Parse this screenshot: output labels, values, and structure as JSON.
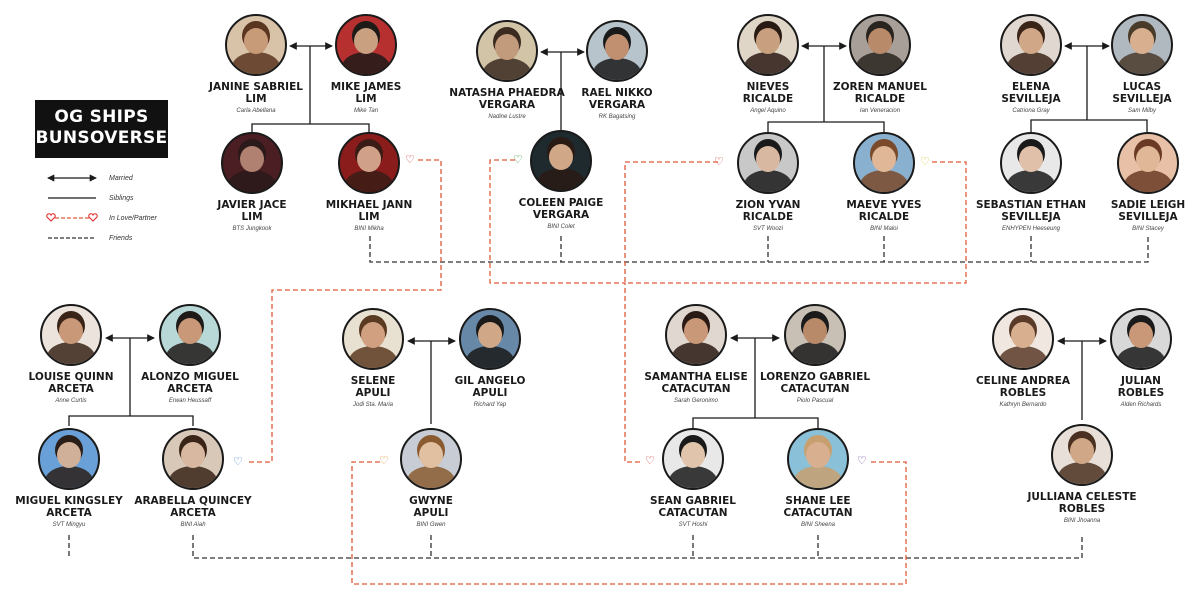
{
  "title": "OG SHIPS\nBUNSOVERSE",
  "legend": [
    {
      "label": "Married",
      "style": "married"
    },
    {
      "label": "Siblings",
      "style": "siblings"
    },
    {
      "label": "In Love/Partner",
      "style": "love"
    },
    {
      "label": "Friends",
      "style": "friends"
    }
  ],
  "colors": {
    "line": "#1a1a1a",
    "love": "#e05a3a",
    "friends": "#333333"
  },
  "people": [
    {
      "id": "janine",
      "name": "Janine Sabriel\nLim",
      "sub": "Carla Abellana",
      "tone": "#c79a78",
      "hair": "#5a3520",
      "bg": "#d8c2a8"
    },
    {
      "id": "mike",
      "name": "Mike James\nLim",
      "sub": "Mike Tan",
      "tone": "#c9a080",
      "hair": "#1e1a18",
      "bg": "#b73030"
    },
    {
      "id": "javier",
      "name": "Javier Jace\nLim",
      "sub": "BTS Jungkook",
      "tone": "#b08070",
      "hair": "#2a1a1a",
      "bg": "#4a1e22"
    },
    {
      "id": "mikhael",
      "name": "Mikhael Jann\nLim",
      "sub": "BINI Mikha",
      "tone": "#d0a088",
      "hair": "#3a1c16",
      "bg": "#8a1c1c"
    },
    {
      "id": "natasha",
      "name": "Natasha Phaedra\nVergara",
      "sub": "Nadine Lustre",
      "tone": "#c29a7c",
      "hair": "#3a2a20",
      "bg": "#d2c4a6"
    },
    {
      "id": "rael",
      "name": "Rael Nikko\nVergara",
      "sub": "RK Bagatsing",
      "tone": "#c09070",
      "hair": "#1a1a1a",
      "bg": "#b8c4cc"
    },
    {
      "id": "coleen",
      "name": "Coleen Paige\nVergara",
      "sub": "BINI Colet",
      "tone": "#d0a888",
      "hair": "#2a1a14",
      "bg": "#1e2a2e"
    },
    {
      "id": "nieves",
      "name": "Nieves\nRicalde",
      "sub": "Angel Aquino",
      "tone": "#c8a080",
      "hair": "#2a1a14",
      "bg": "#e0d6c8"
    },
    {
      "id": "zoren",
      "name": "Zoren Manuel\nRicalde",
      "sub": "Ian Veneracion",
      "tone": "#b88a6a",
      "hair": "#2a2420",
      "bg": "#a8a098"
    },
    {
      "id": "zion",
      "name": "Zion Yvan\nRicalde",
      "sub": "SVT Woozi",
      "tone": "#d8b8a0",
      "hair": "#1a1a1a",
      "bg": "#c8c8c8"
    },
    {
      "id": "maeve",
      "name": "Maeve Yves\nRicalde",
      "sub": "BINI Maloi",
      "tone": "#e0b898",
      "hair": "#7a4a2a",
      "bg": "#8ab0d0"
    },
    {
      "id": "elena",
      "name": "Elena\nSevilleja",
      "sub": "Catriona Gray",
      "tone": "#d0a888",
      "hair": "#3a2418",
      "bg": "#e0d8d0"
    },
    {
      "id": "lucas",
      "name": "Lucas\nSevilleja",
      "sub": "Sam Milby",
      "tone": "#d8b090",
      "hair": "#4a3a2a",
      "bg": "#b0b8c0"
    },
    {
      "id": "sebastian",
      "name": "Sebastian Ethan\nSevilleja",
      "sub": "ENHYPEN Heeseung",
      "tone": "#e0c0a8",
      "hair": "#1a1a1a",
      "bg": "#e8e8e8"
    },
    {
      "id": "sadie",
      "name": "Sadie Leigh\nSevilleja",
      "sub": "BINI Stacey",
      "tone": "#e0b898",
      "hair": "#6a3a24",
      "bg": "#e8c0a8"
    },
    {
      "id": "louise",
      "name": "Louise Quinn\nArceta",
      "sub": "Anne Curtis",
      "tone": "#c89878",
      "hair": "#3a2418",
      "bg": "#ece4dc"
    },
    {
      "id": "alonzo",
      "name": "Alonzo Miguel\nArceta",
      "sub": "Erwan Heussaff",
      "tone": "#c89878",
      "hair": "#1e1a18",
      "bg": "#b8d8d8"
    },
    {
      "id": "miguel",
      "name": "Miguel Kingsley\nArceta",
      "sub": "SVT Mingyu",
      "tone": "#d0b098",
      "hair": "#2a1e18",
      "bg": "#6aa0d8"
    },
    {
      "id": "arabella",
      "name": "Arabella Quincey\nArceta",
      "sub": "BINI Aiah",
      "tone": "#d8b8a0",
      "hair": "#3a2418",
      "bg": "#d8c8b8"
    },
    {
      "id": "selene",
      "name": "Selene\nApuli",
      "sub": "Jodi Sta. Maria",
      "tone": "#d0a080",
      "hair": "#5a3a20",
      "bg": "#e8e0d0"
    },
    {
      "id": "gil",
      "name": "Gil Angelo\nApuli",
      "sub": "Richard Yap",
      "tone": "#d0a888",
      "hair": "#1a1a1a",
      "bg": "#6888a8"
    },
    {
      "id": "gwyne",
      "name": "Gwyne\nApuli",
      "sub": "BINI Gwen",
      "tone": "#e0c0a0",
      "hair": "#8a5a30",
      "bg": "#c8ccd4"
    },
    {
      "id": "samantha",
      "name": "Samantha Elise\nCatacutan",
      "sub": "Sarah Geronimo",
      "tone": "#c89878",
      "hair": "#2a1a14",
      "bg": "#e0d8d0"
    },
    {
      "id": "lorenzo",
      "name": "Lorenzo Gabriel\nCatacutan",
      "sub": "Piolo Pascual",
      "tone": "#b88a6a",
      "hair": "#1a1a1a",
      "bg": "#c8c0b4"
    },
    {
      "id": "sean",
      "name": "Sean Gabriel\nCatacutan",
      "sub": "SVT Hoshi",
      "tone": "#e0c4ac",
      "hair": "#1a1a1a",
      "bg": "#e8e8e8"
    },
    {
      "id": "shane",
      "name": "Shane Lee\nCatacutan",
      "sub": "BINI Sheena",
      "tone": "#d8b090",
      "hair": "#c8a070",
      "bg": "#8ac0d8"
    },
    {
      "id": "celine",
      "name": "Celine Andrea\nRobles",
      "sub": "Kathryn Bernardo",
      "tone": "#d8b090",
      "hair": "#5a3a28",
      "bg": "#f0e8e0"
    },
    {
      "id": "julian",
      "name": "Julian\nRobles",
      "sub": "Alden Richards",
      "tone": "#c89878",
      "hair": "#1a1a1a",
      "bg": "#d8d8d8"
    },
    {
      "id": "julliana",
      "name": "Julliana Celeste\nRobles",
      "sub": "BINI Jhoanna",
      "tone": "#d0a888",
      "hair": "#4a3020",
      "bg": "#e8e0d8"
    }
  ]
}
